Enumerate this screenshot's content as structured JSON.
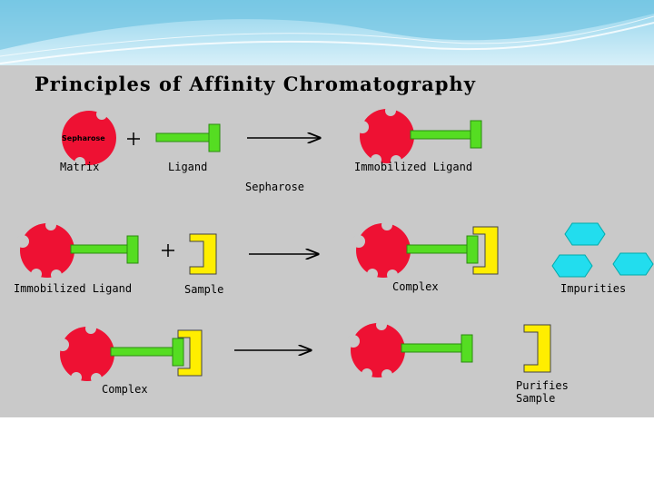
{
  "title": "Principles of Affinity Chromatography",
  "row1": {
    "matrix_inner": "Sepharose",
    "matrix_label": "Matrix",
    "ligand_label": "Ligand",
    "immobilized_label": "Immobilized Ligand",
    "sepharose_label": "Sepharose",
    "plus": "+"
  },
  "row2": {
    "immobilized_label": "Immobilized Ligand",
    "sample_label": "Sample",
    "complex_label": "Complex",
    "impurities_label": "Impurities",
    "plus": "+"
  },
  "row3": {
    "complex_label": "Complex",
    "purified_line1": "Purifies",
    "purified_line2": "Sample"
  },
  "colors": {
    "matrix": "#ee1133",
    "ligand": "#55dd22",
    "sample": "#ffee00",
    "impurity": "#22ddee",
    "panel": "#c9c9c9"
  }
}
